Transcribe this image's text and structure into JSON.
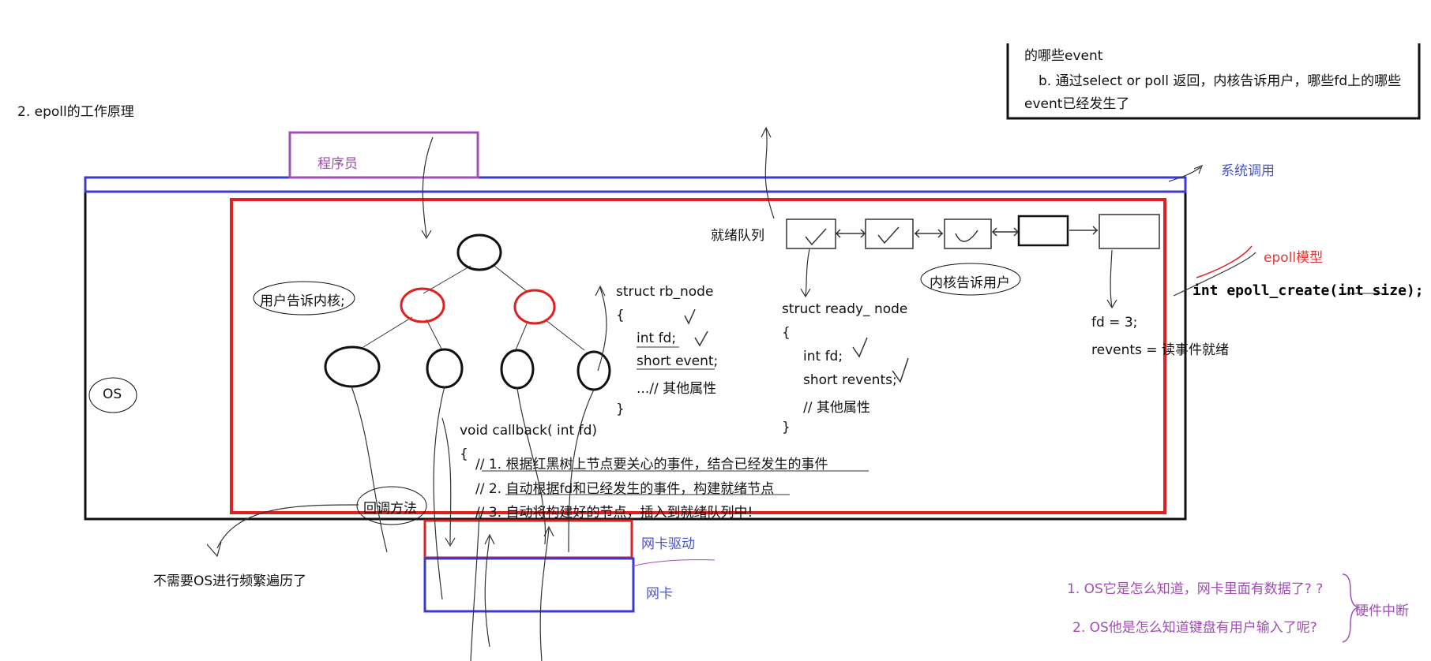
{
  "heading": "2.  epoll的工作原理",
  "top_box": {
    "line1": "的哪些event",
    "line2": "b. 通过select or poll 返回，内核告诉用户，哪些fd上的哪些",
    "line3": "event已经发生了"
  },
  "labels": {
    "programmer": "程序员",
    "syscall": "系统调用",
    "epoll_model": "epoll模型",
    "os": "OS",
    "user_tells_kernel": "用户告诉内核;",
    "kernel_tells_user": "内核告诉用户",
    "ready_queue": "就绪队列",
    "callback_method": "回调方法",
    "nic_driver": "网卡驱动",
    "nic": "网卡",
    "no_traverse": "不需要OS进行频繁遍历了",
    "hw_interrupt": "硬件中断"
  },
  "epoll_create": "int epoll_create(int size);",
  "rb_node": {
    "l1": "struct rb_node",
    "l2": "{",
    "l3": "int fd;",
    "l4": "short event;",
    "l5": "...// 其他属性",
    "l6": "}"
  },
  "ready_node": {
    "l1": "struct ready_ node",
    "l2": "{",
    "l3": "int fd;",
    "l4": "short revents;",
    "l5": "// 其他属性",
    "l6": "}"
  },
  "fd_info": {
    "l1": "fd = 3;",
    "l2": "revents = 读事件就绪"
  },
  "callback": {
    "l1": "void callback( int fd)",
    "l2": "{",
    "l3": "// 1. 根据红黑树上节点要关心的事件，结合已经发生的事件",
    "l4": "// 2. 自动根据fd和已经发生的事件，构建就绪节点",
    "l5": "// 3. 自动将构建好的节点，插入到就绪队列中!"
  },
  "questions": {
    "q1": "1. OS它是怎么知道，网卡里面有数据了? ?",
    "q2": "2. OS他是怎么知道键盘有用户输入了呢?"
  },
  "colors": {
    "red": "#e02020",
    "blue": "#3a3ad0",
    "purple": "#a050b8",
    "black": "#111111"
  }
}
